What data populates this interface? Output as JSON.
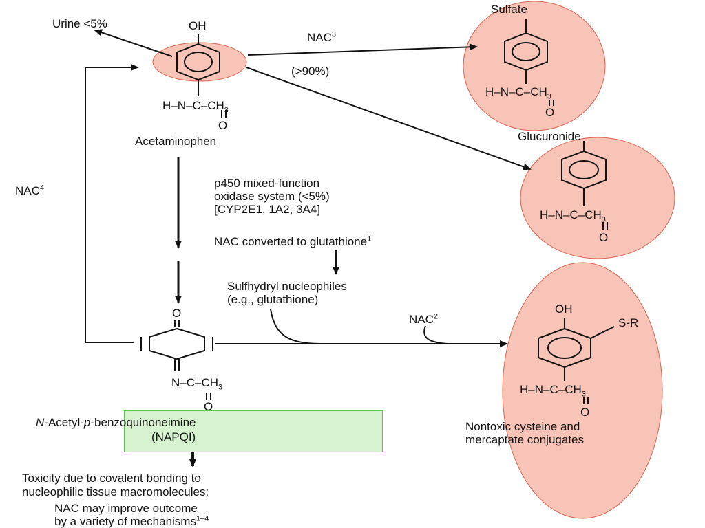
{
  "labels": {
    "urine": "Urine <5%",
    "nac3": "NAC",
    "nac3_sup": "3",
    "gt90": "(>90%)",
    "oh_top": "OH",
    "acet_chain": "H–N–C–CH",
    "acet_chain_sub": "3",
    "acet_o": "O",
    "acetaminophen": "Acetaminophen",
    "sulfate": "Sulfate",
    "sulf_chain": "H–N–C–CH",
    "sulf_chain_sub": "3",
    "sulf_o": "O",
    "glucuronide": "Glucuronide",
    "gluc_chain": "H–N–C–CH",
    "gluc_chain_sub": "3",
    "gluc_o": "O",
    "nac4": "NAC",
    "nac4_sup": "4",
    "p450_line1": "p450 mixed-function",
    "p450_line2": "oxidase system (<5%)",
    "p450_line3": "[CYP2E1, 1A2, 3A4]",
    "nac_converted": "NAC converted to glutathione",
    "nac_converted_sup": "1",
    "sulfhydryl_line1": "Sulfhydryl nucleophiles",
    "sulfhydryl_line2": "(e.g., glutathione)",
    "nac2": "NAC",
    "nac2_sup": "2",
    "napqi_o": "O",
    "napqi_chain": "N–C–CH",
    "napqi_chain_sub": "3",
    "napqi_o2": "O",
    "napqi_name_n": "N",
    "napqi_name_rest": "-Acetyl-",
    "napqi_name_p": "p",
    "napqi_name_end": "-benzoquinoneimine",
    "napqi_abbr": "(NAPQI)",
    "oh_conj": "OH",
    "sr": "S-R",
    "conj_chain": "H–N–C–CH",
    "conj_chain_sub": "3",
    "conj_o": "O",
    "nontoxic_line1": "Nontoxic cysteine and",
    "nontoxic_line2": "mercaptate conjugates",
    "toxicity_line1": "Toxicity due to covalent bonding to",
    "toxicity_line2": "nucleophilic tissue macromolecules:",
    "nac_may_line1": "NAC may improve outcome",
    "nac_may_line2": "by a variety of mechanisms",
    "nac_may_sup": "1–4"
  },
  "colors": {
    "highlight_fill": "#f9c4b8",
    "highlight_stroke": "#d9614e",
    "napqi_box_fill": "#d6f2cf",
    "napqi_box_stroke": "#5cbf4e",
    "ink": "#111111"
  }
}
